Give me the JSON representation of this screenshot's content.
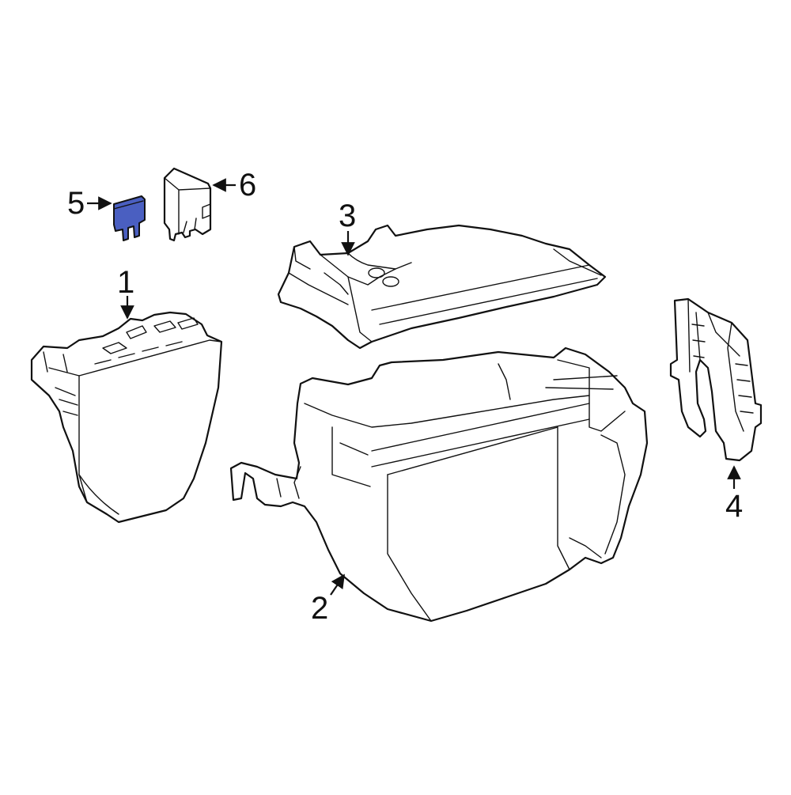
{
  "diagram": {
    "colors": {
      "line": "#111111",
      "background": "#ffffff",
      "highlight": "#4a5fc1"
    },
    "callouts": [
      {
        "id": "1",
        "label": "1"
      },
      {
        "id": "2",
        "label": "2"
      },
      {
        "id": "3",
        "label": "3"
      },
      {
        "id": "4",
        "label": "4"
      },
      {
        "id": "5",
        "label": "5"
      },
      {
        "id": "6",
        "label": "6"
      }
    ],
    "highlighted_part": "5"
  }
}
